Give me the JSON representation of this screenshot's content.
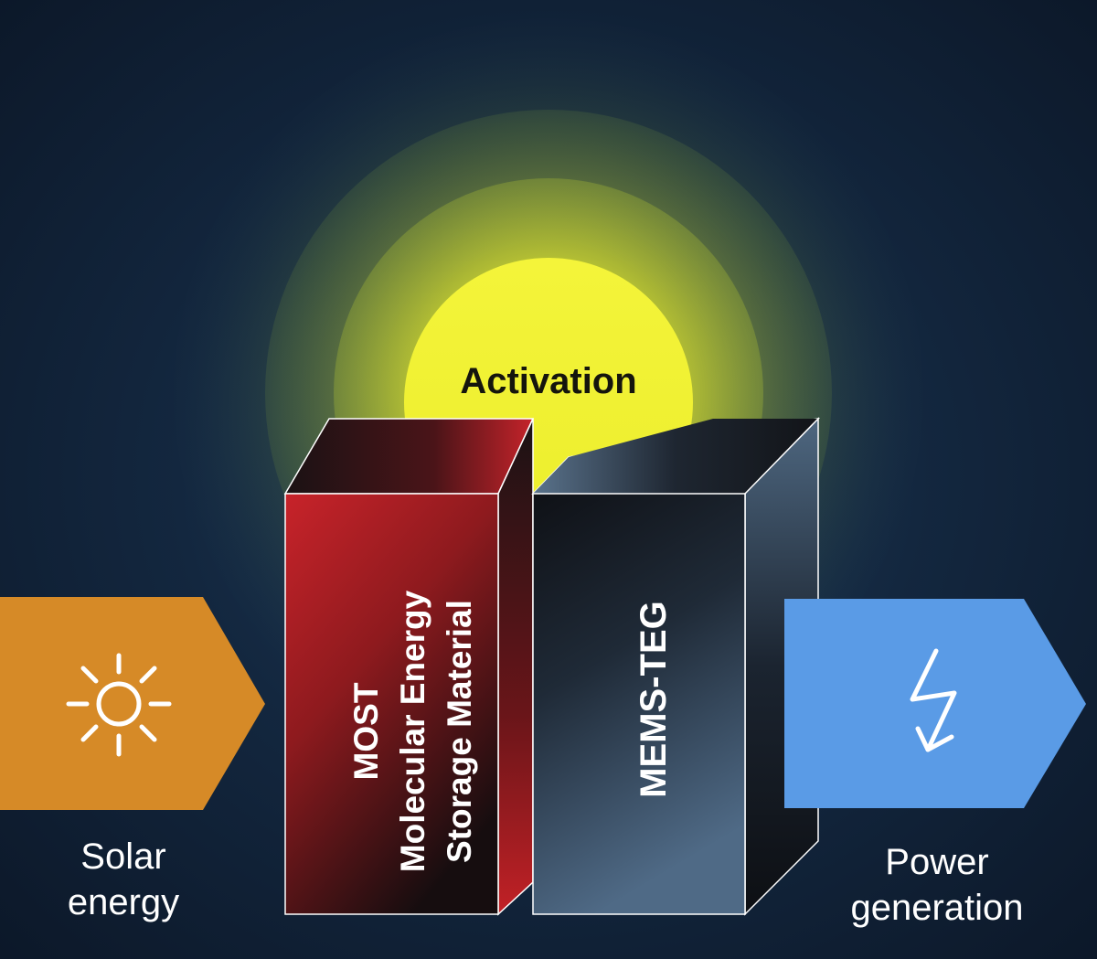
{
  "diagram": {
    "activation_label": "Activation",
    "most_block": {
      "lines": [
        "MOST",
        "Molecular Energy",
        "Storage Material"
      ]
    },
    "teg_block": {
      "label": "MEMS-TEG"
    },
    "input": {
      "label_line1": "Solar",
      "label_line2": "energy",
      "icon": "sun-icon",
      "color": "#d68a27"
    },
    "output": {
      "label_line1": "Power",
      "label_line2": "generation",
      "icon": "lightning-bolt-icon",
      "color": "#5a9be6"
    },
    "colors": {
      "background": "#12253b",
      "activation_glow": "#eef02c",
      "most_front": "#c42226",
      "teg_front": "#465e78"
    }
  }
}
